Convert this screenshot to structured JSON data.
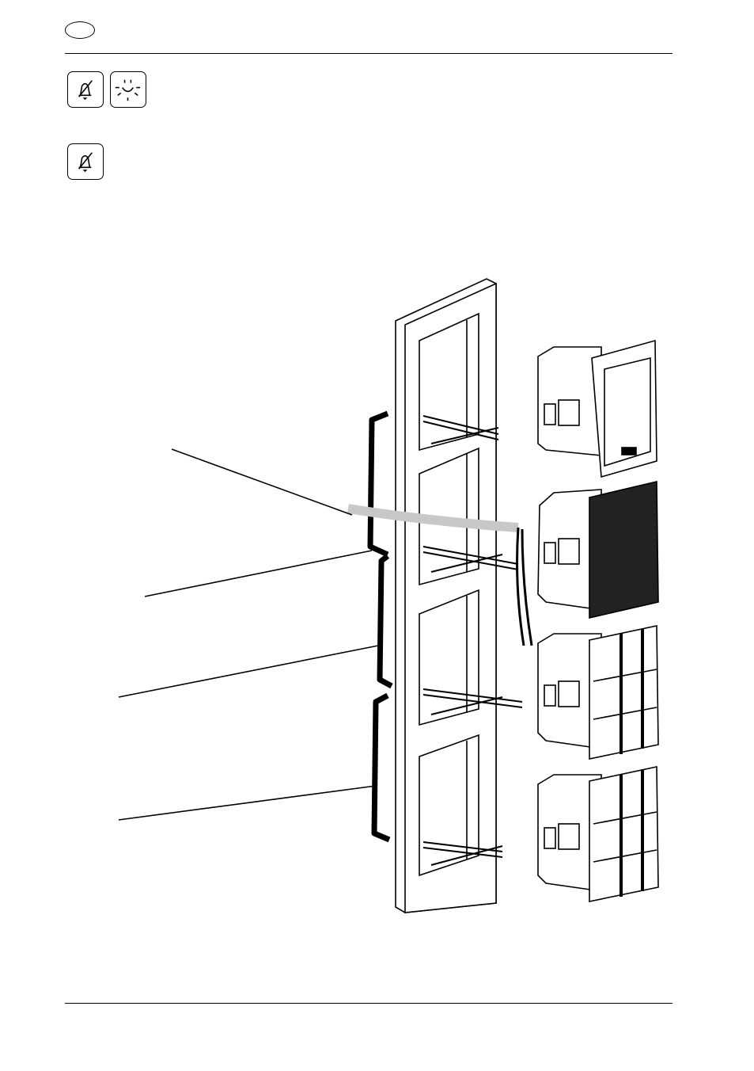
{
  "header": {
    "language_badge_icon": "language-oval-badge"
  },
  "icons": {
    "row1": [
      "bell-off-icon",
      "light-icon"
    ],
    "row2": [
      "bell-off-icon"
    ]
  },
  "illustration": {
    "subject": "exploded-assembly-three-gang-frame-with-modules",
    "modules": [
      "display-module",
      "touch-sensor-module",
      "push-button-module",
      "push-button-module"
    ],
    "callout_count": 4,
    "colors": {
      "line": "#000000",
      "cable": "#c8c8c8",
      "body_fill": "#ffffff"
    }
  }
}
